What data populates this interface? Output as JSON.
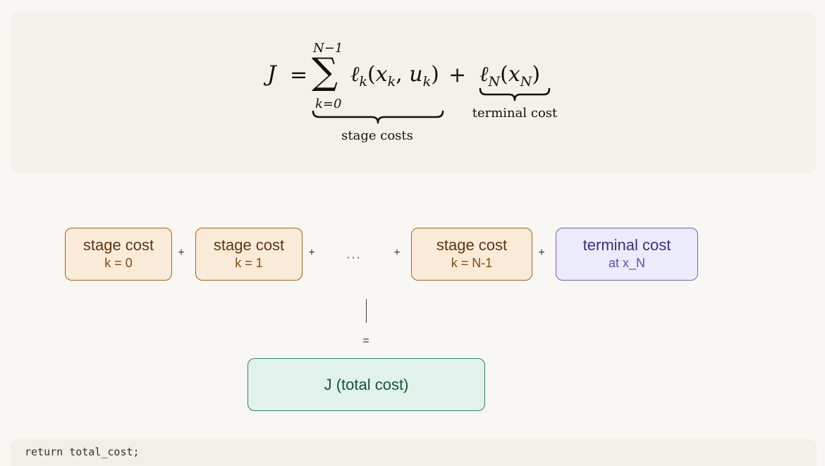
{
  "equation": {
    "lhs": "J",
    "equals": "=",
    "sum_upper": "N−1",
    "sum_lower": "k=0",
    "stage_term": "ℓ",
    "stage_sub": "k",
    "stage_args_open": "(",
    "stage_x": "x",
    "stage_u": "u",
    "plus": "+",
    "terminal_term": "ℓ",
    "terminal_sub": "N",
    "terminal_x": "x",
    "stage_brace_label": "stage costs",
    "terminal_brace_label": "terminal cost"
  },
  "diagram": {
    "stages": [
      {
        "title": "stage cost",
        "subtitle": "k = 0"
      },
      {
        "title": "stage cost",
        "subtitle": "k = 1"
      },
      {
        "title": "stage cost",
        "subtitle": "k = N-1"
      }
    ],
    "ellipsis": "...",
    "plus": "+",
    "terminal": {
      "title": "terminal cost",
      "subtitle": "at x_N"
    },
    "equals": "=",
    "total": {
      "title": "J (total cost)"
    }
  },
  "code": {
    "line": "return total_cost;"
  },
  "colors": {
    "stage_fill": "#faebd9",
    "stage_border": "#9c6520",
    "terminal_fill": "#ecebfb",
    "terminal_border": "#6b5fc0",
    "total_fill": "#e0f2eb",
    "total_border": "#2f8362"
  }
}
